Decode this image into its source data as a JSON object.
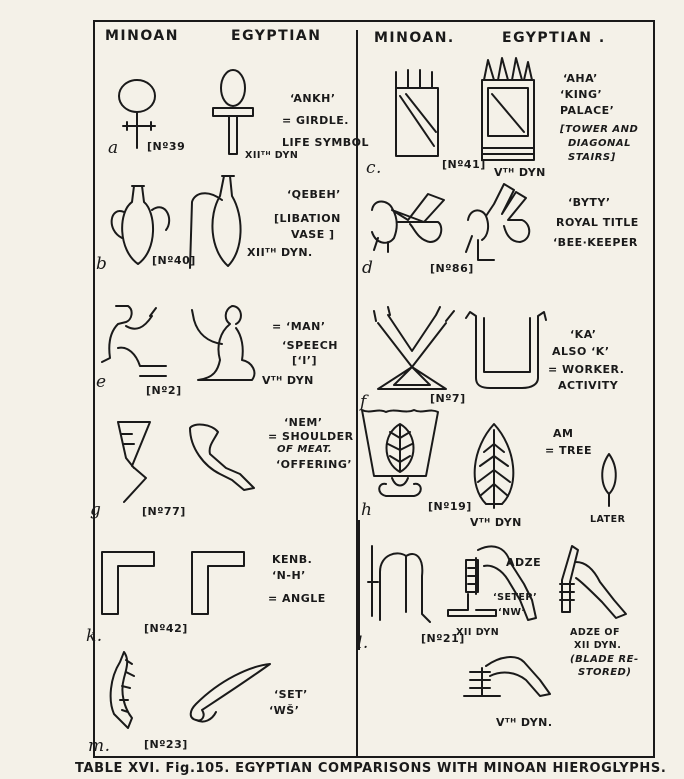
{
  "headers": {
    "left_minoan": "MINOAN",
    "left_egyptian": "EGYPTIAN",
    "right_minoan": "MINOAN.",
    "right_egyptian": "EGYPTIAN ."
  },
  "rows": {
    "a": {
      "letter": "a",
      "num": "[Nº39",
      "dyn": "XIIᵀᴴ DYN",
      "gloss": [
        "ʻANKH’",
        "= GIRDLE.",
        "LIFE SYMBOL"
      ]
    },
    "c": {
      "letter": "c.",
      "num": "[Nº41]",
      "dyn": "Vᵀᴴ DYN",
      "gloss": [
        "ʻAHA’",
        "ʻKING’",
        "PALACE’"
      ],
      "gloss_it": [
        "[TOWER AND",
        "DIAGONAL",
        "STAIRS]"
      ]
    },
    "b": {
      "letter": "b",
      "num": "[Nº40]",
      "dyn": "XIIᵀᴴ DYN.",
      "gloss": [
        "ʻQEBEH’",
        "[LIBATION",
        "VASE ]"
      ]
    },
    "d": {
      "letter": "d",
      "num": "[Nº86]",
      "gloss": [
        "ʻBYTY’",
        "ROYAL TITLE",
        "ʻBEE·KEEPER"
      ]
    },
    "e": {
      "letter": "e",
      "num": "[Nº2]",
      "dyn": "Vᵀᴴ DYN",
      "gloss": [
        "= ʻMAN’",
        "ʻSPEECH",
        "[ʻI’]"
      ]
    },
    "f": {
      "letter": "f",
      "num": "[Nº7]",
      "gloss": [
        "ʻKA’",
        "ALSO ʻK’",
        "= WORKER.",
        "ACTIVITY"
      ]
    },
    "g": {
      "letter": "g",
      "num": "[Nº77]",
      "gloss": [
        "ʻNEM’",
        "= SHOULDER",
        "OF MEAT.",
        "ʻOFFERING’"
      ]
    },
    "h": {
      "letter": "h",
      "num": "[Nº19]",
      "dyn": "Vᵀᴴ DYN",
      "gloss": [
        "AM",
        "= TREE"
      ],
      "later": "LATER"
    },
    "k": {
      "letter": "k.",
      "num": "[Nº42]",
      "gloss": [
        "KENB.",
        "ʻN-H’",
        "= ANGLE"
      ]
    },
    "l": {
      "letter": "l.",
      "num": "[Nº21]",
      "dyn": "XII DYN",
      "adze": "ADZE",
      "setep": [
        "ʻSETEP’",
        "ʻNW’"
      ],
      "adze_of": [
        "ADZE OF",
        "XII DYN."
      ],
      "restored": [
        "(BLADE RE-",
        "STORED)"
      ]
    },
    "m": {
      "letter": "m.",
      "num": "[Nº23]",
      "gloss": [
        "ʻSET’",
        "ʻWŠ’"
      ],
      "dyn5": "Vᵀᴴ DYN."
    }
  },
  "caption": "TABLE XVI. Fig.105. EGYPTIAN COMPARISONS WITH MINOAN HIEROGLYPHS."
}
